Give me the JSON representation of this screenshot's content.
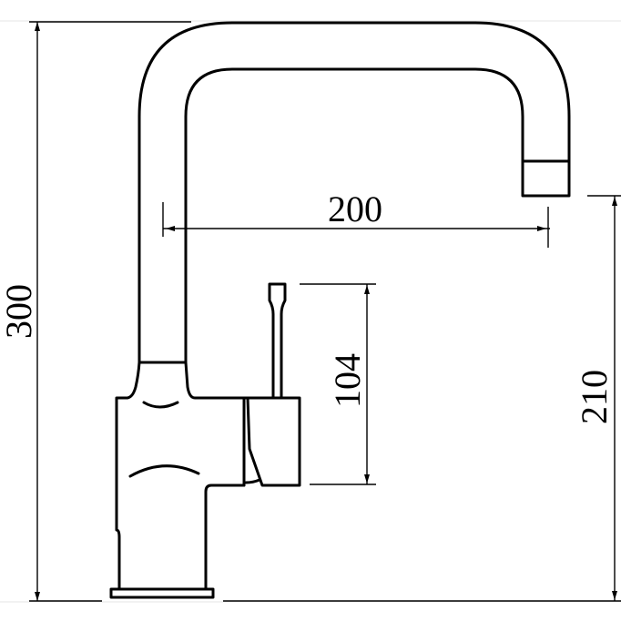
{
  "drawing": {
    "subject": "kitchen faucet side elevation",
    "line_color": "#000000",
    "background": "#ffffff"
  },
  "dimensions": {
    "total_height": {
      "label": "300"
    },
    "spout_reach": {
      "label": "200"
    },
    "handle_height": {
      "label": "104"
    },
    "spout_outlet_height": {
      "label": "210"
    }
  }
}
